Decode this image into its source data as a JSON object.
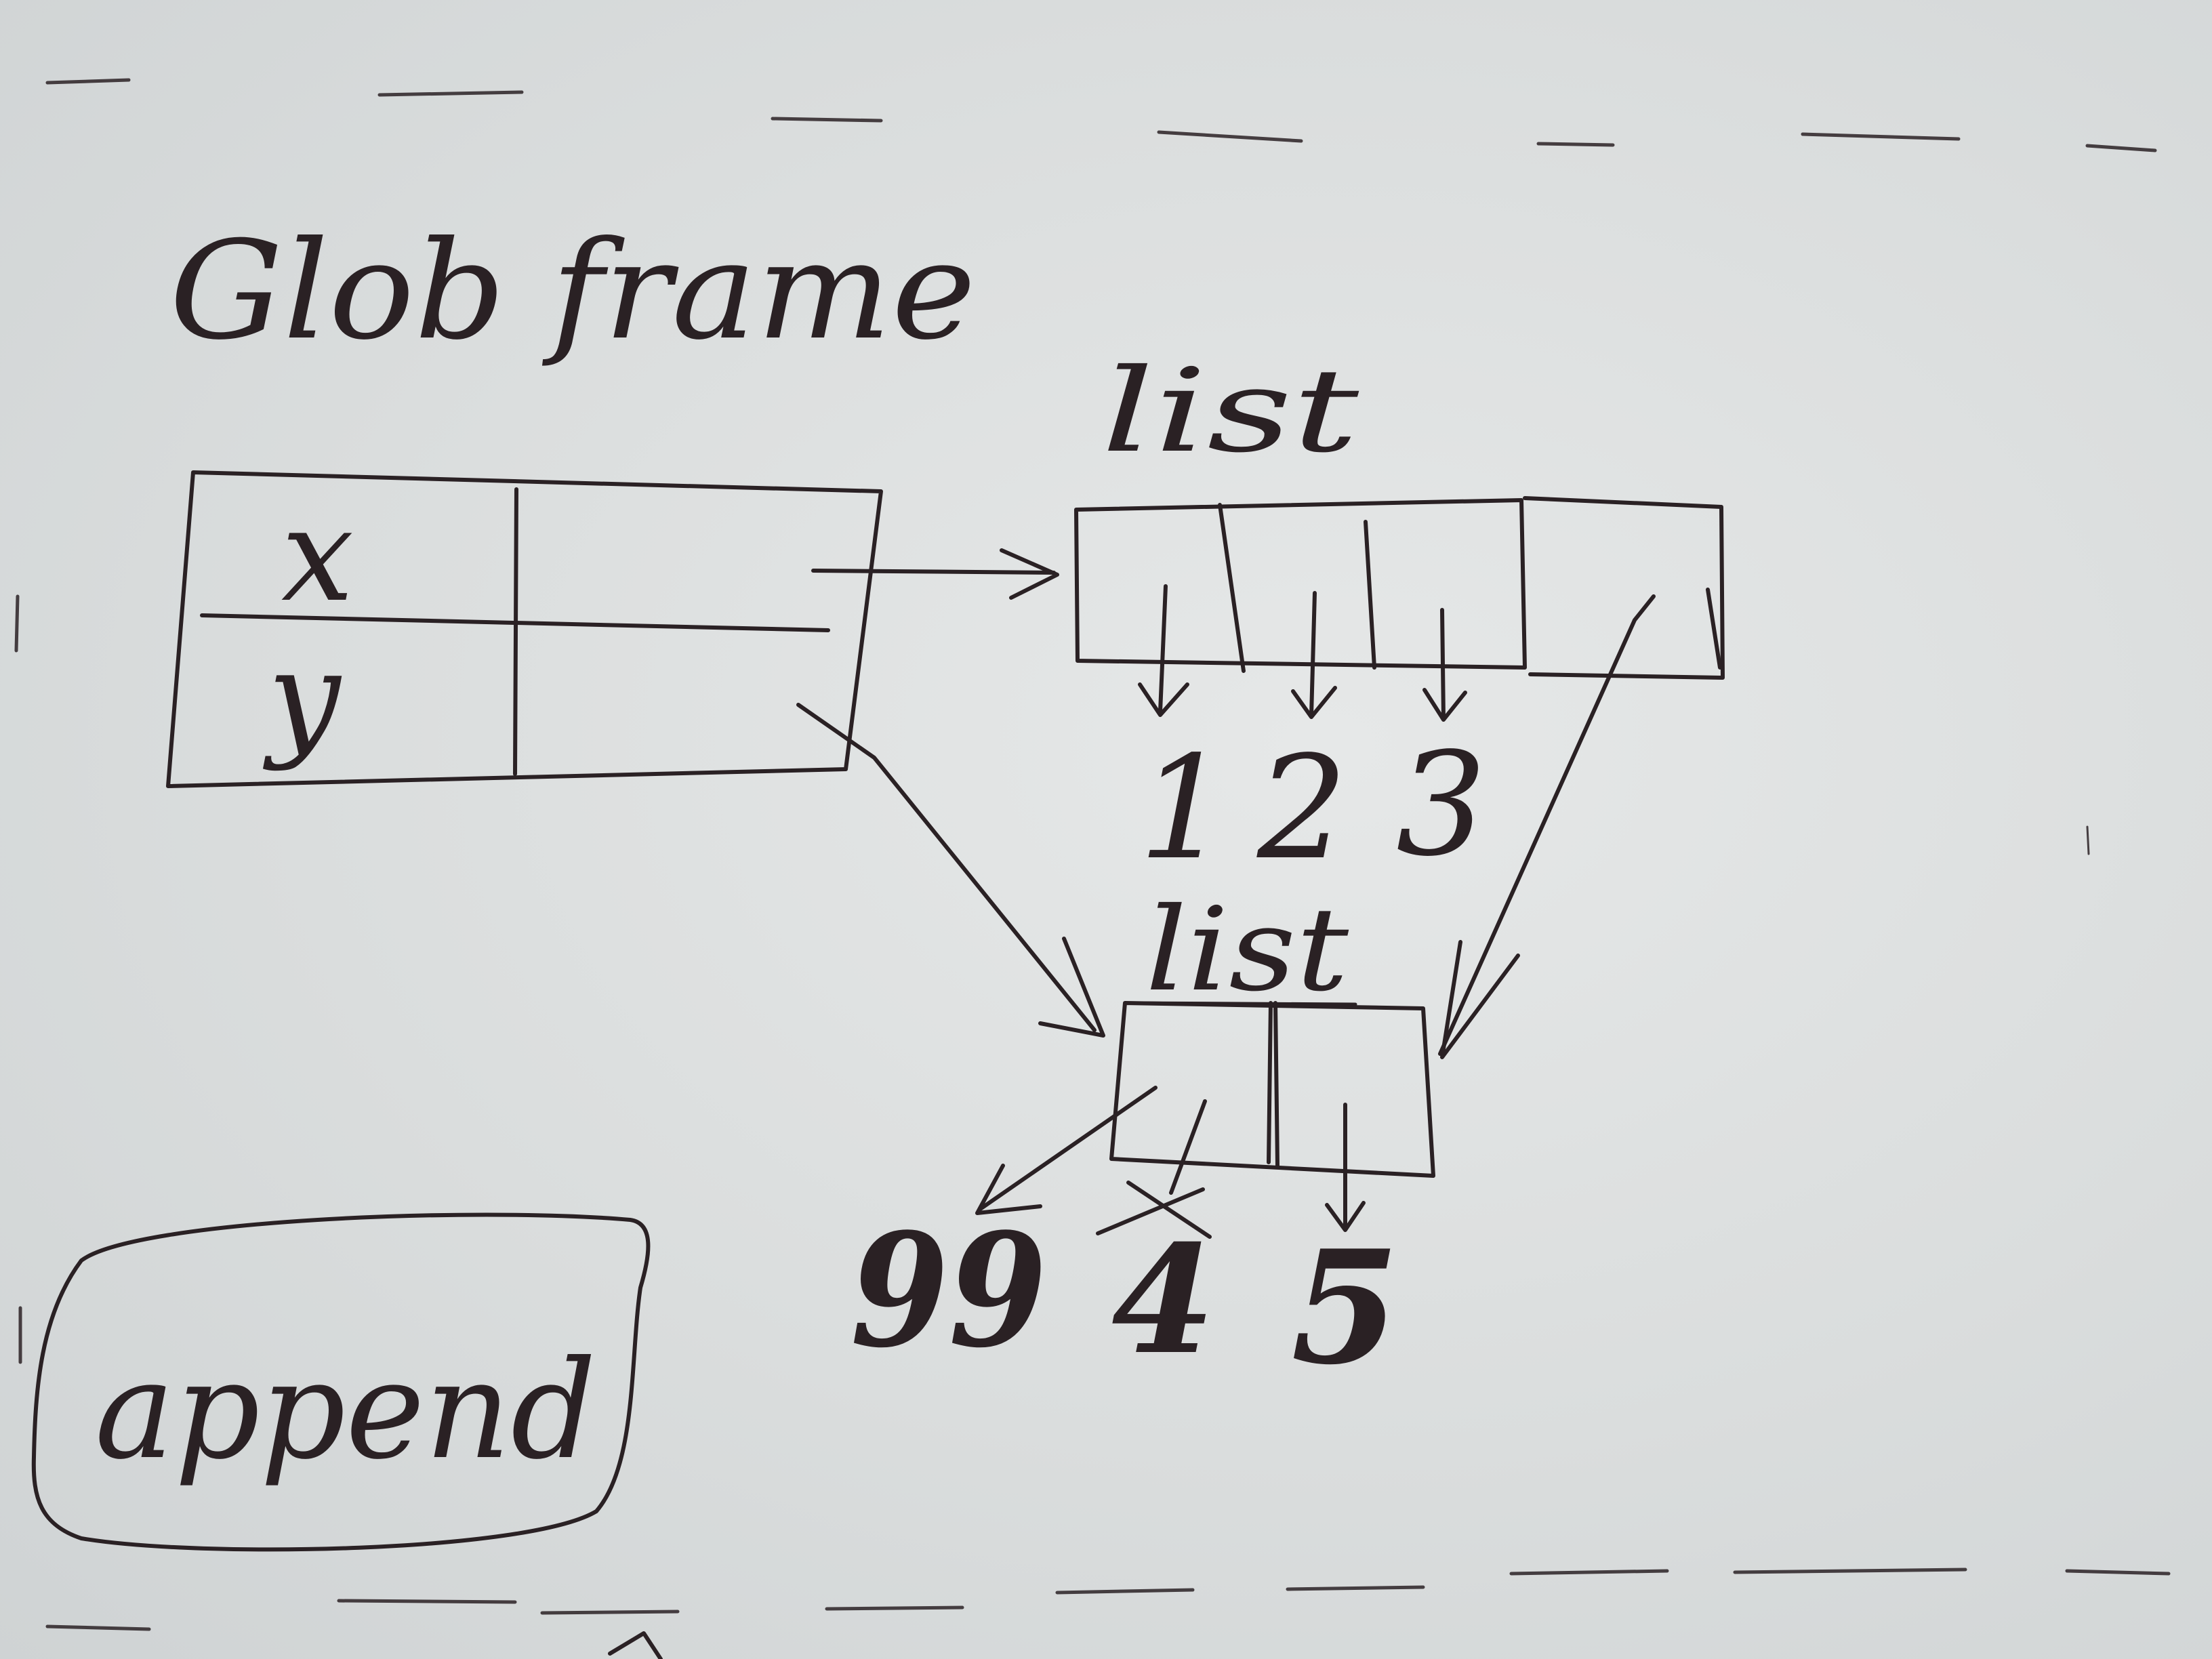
{
  "title": "Glob frame",
  "frame": {
    "variables": [
      "x",
      "y"
    ]
  },
  "list_outer": {
    "label": "list",
    "values": [
      "1",
      "2",
      "3"
    ]
  },
  "list_inner": {
    "label": "list",
    "values": [
      "99",
      "4",
      "5"
    ]
  },
  "method_label": "append"
}
